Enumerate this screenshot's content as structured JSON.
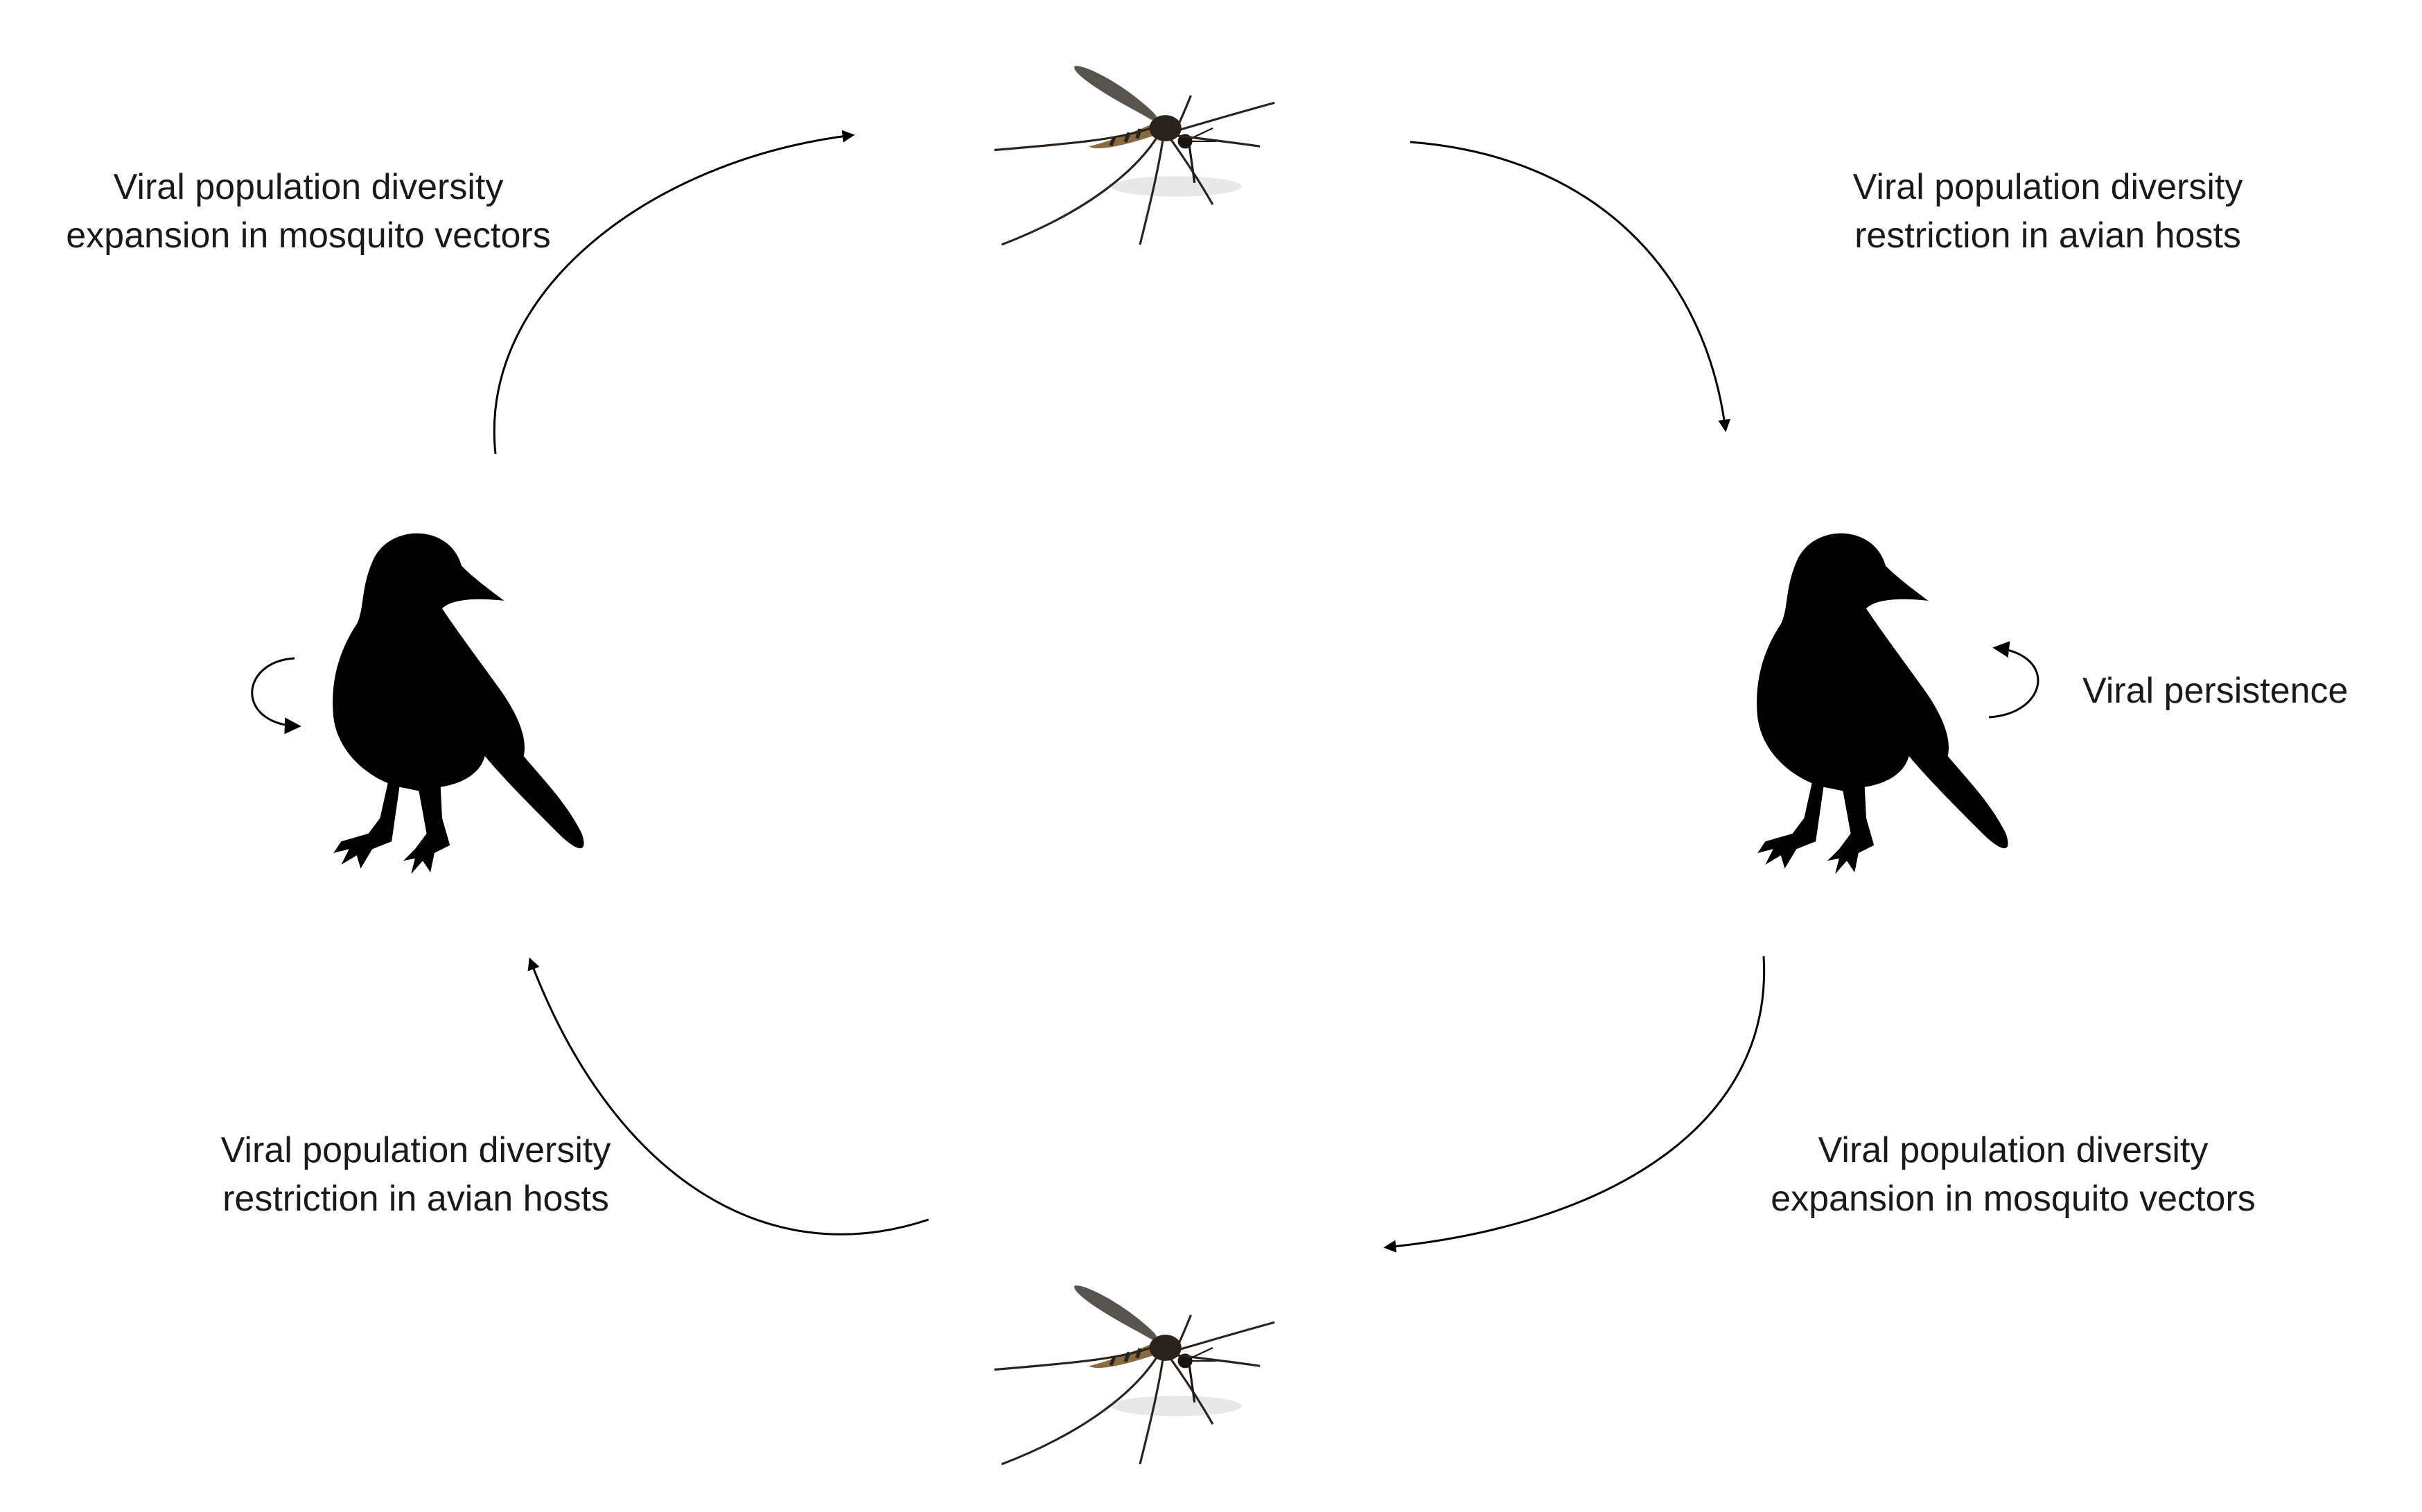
{
  "labels": {
    "top_left": [
      "Viral population diversity",
      "expansion in mosquito vectors"
    ],
    "top_right": [
      "Viral population diversity",
      "restriction in avian hosts"
    ],
    "bottom_left": [
      "Viral population diversity",
      "restriction in avian hosts"
    ],
    "bottom_right": [
      "Viral population diversity",
      "expansion in mosquito vectors"
    ],
    "persistence": "Viral persistence"
  },
  "icons": {
    "top": "mosquito-icon",
    "bottom": "mosquito-icon",
    "left": "crow-icon",
    "right": "crow-icon"
  },
  "colors": {
    "silhouette": "#000000",
    "mosquito_body": "#2a221c",
    "mosquito_abdomen": "#8a6a40",
    "text": "#1a1a1a"
  }
}
